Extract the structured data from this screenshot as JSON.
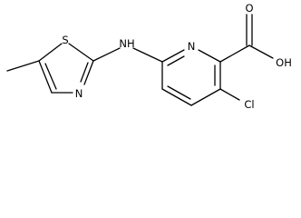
{
  "molecule": {
    "atoms": {
      "nitrogen_pyridine": "N",
      "amine": "NH",
      "sulfur": "S",
      "nitrogen_thiazole": "N",
      "carboxyl_oxygen": "O",
      "hydroxyl": "OH",
      "chlorine": "Cl"
    }
  }
}
